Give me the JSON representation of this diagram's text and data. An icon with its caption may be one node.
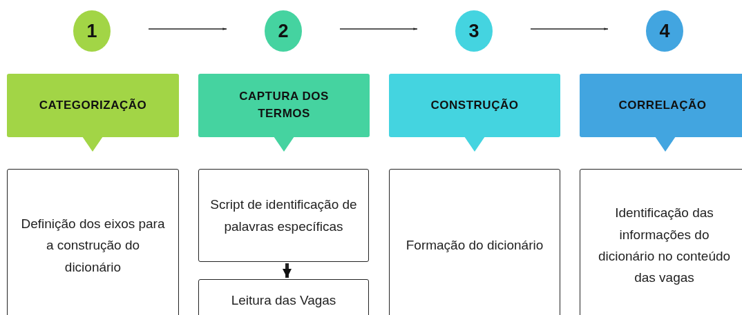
{
  "diagram": {
    "nodes": [
      {
        "text": [
          "1"
        ]
      },
      {
        "text": [
          "2"
        ]
      },
      {
        "text": [
          "3"
        ]
      },
      {
        "text": [
          "4"
        ]
      },
      {
        "text": [
          "CATEGORIZAÇÃO"
        ]
      },
      {
        "text": [
          "CAPTURA DOS TERMOS"
        ]
      },
      {
        "text": [
          "CONSTRUÇÃO"
        ]
      },
      {
        "text": [
          "CORRELAÇÃO"
        ]
      },
      {
        "text": [
          "Definição dos eixos para a construção do dicionário"
        ]
      },
      {
        "text": [
          "Script de identificação de palavras específicas"
        ]
      },
      {
        "text": [
          "Leitura das Vagas"
        ]
      },
      {
        "text": [
          "Formação do dicionário"
        ]
      },
      {
        "text": [
          "Identificação das informações do dicionário no conteúdo das vagas"
        ]
      }
    ],
    "edges": [
      {
        "from": 0,
        "to": 1,
        "arrow": "to"
      },
      {
        "from": 1,
        "to": 2,
        "arrow": "to"
      },
      {
        "from": 2,
        "to": 3,
        "arrow": "to"
      },
      {
        "from": 9,
        "to": 10,
        "arrow": "to",
        "style": "thick"
      }
    ]
  }
}
